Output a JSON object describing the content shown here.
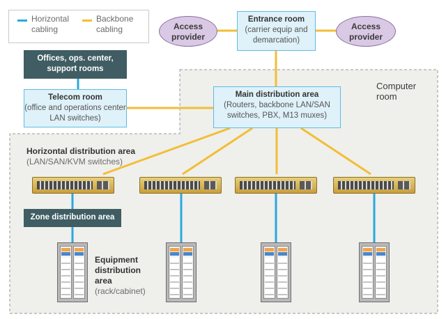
{
  "legend": {
    "horizontal_label": "Horizontal cabling",
    "backbone_label": "Backbone cabling",
    "horizontal_color": "#2aa8de",
    "backbone_color": "#f2be35"
  },
  "access_left": {
    "label": "Access provider"
  },
  "access_right": {
    "label": "Access provider"
  },
  "entrance": {
    "title": "Entrance room",
    "sub": "(carrier equip and demarcation)"
  },
  "offices": {
    "label": "Offices, ops. center, support rooms"
  },
  "telecom": {
    "title": "Telecom room",
    "sub": "(office and operations center LAN switches)"
  },
  "mda": {
    "title": "Main distribution area",
    "sub": "(Routers, backbone LAN/SAN switches, PBX, M13 muxes)"
  },
  "computer_room": {
    "label": "Computer room"
  },
  "hda": {
    "title": "Horizontal distribution area",
    "sub": "(LAN/SAN/KVM switches)"
  },
  "zda": {
    "label": "Zone distribution area"
  },
  "eda": {
    "title": "Equipment distribution area",
    "sub": "(rack/cabinet)"
  }
}
